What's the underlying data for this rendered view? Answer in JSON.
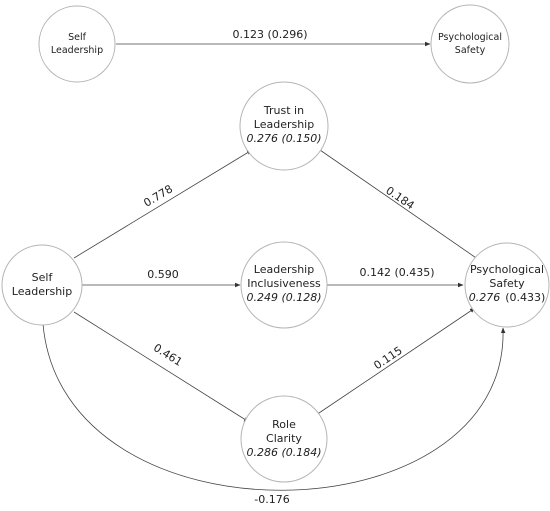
{
  "top_model": {
    "source": {
      "lines": [
        "Self",
        "Leadership"
      ]
    },
    "target": {
      "lines": [
        "Psychological",
        "Safety"
      ]
    },
    "path": "0.123 (0.296)"
  },
  "mediation_model": {
    "source": {
      "lines": [
        "Self",
        "Leadership"
      ]
    },
    "trust": {
      "lines": [
        "Trust in",
        "Leadership"
      ],
      "r2": "0.276 (0.150)"
    },
    "inclusive": {
      "lines": [
        "Leadership",
        "Inclusiveness"
      ],
      "r2": "0.249 (0.128)"
    },
    "clarity": {
      "lines": [
        "Role",
        "Clarity"
      ],
      "r2": "0.286 (0.184)"
    },
    "outcome": {
      "lines": [
        "Psychological",
        "Safety"
      ],
      "r2": "0.276",
      "r2_adj": "(0.433)"
    },
    "paths": {
      "sl_trust": "0.778",
      "sl_inclusive": "0.590",
      "sl_clarity": "0.461",
      "trust_ps": "0.184",
      "inclusive_ps": "0.142 (0.435)",
      "clarity_ps": "0.115",
      "sl_ps": "-0.176"
    }
  }
}
